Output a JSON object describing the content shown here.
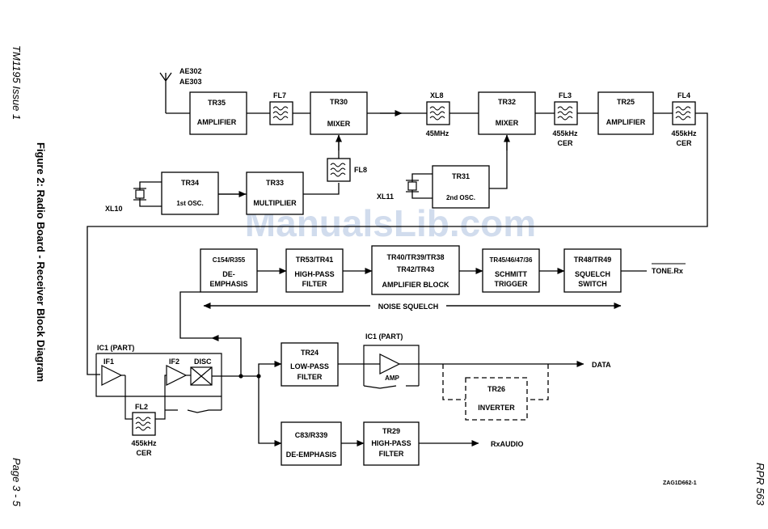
{
  "page_left": {
    "doc_ref": "TM1195  Issue 1",
    "figure_title": "Figure 2: Radio Board - Receiver Block Diagram",
    "page_num": "Page 3 - 5"
  },
  "page_right": {
    "model": "RPR 563"
  },
  "watermark": "ManualsLib.com",
  "drawing_ref": "ZAG1D662-1",
  "labels": {
    "antenna_a": "AE302",
    "antenna_b": "AE303",
    "fl7": "FL7",
    "fl8": "FL8",
    "xl8": "XL8",
    "xl8_freq": "45MHz",
    "fl3": "FL3",
    "fl3_freq": "455kHz",
    "fl3_type": "CER",
    "fl4": "FL4",
    "fl4_freq": "455kHz",
    "fl4_type": "CER",
    "xl10": "XL10",
    "xl11": "XL11",
    "fl2": "FL2",
    "fl2_freq": "455kHz",
    "fl2_type": "CER",
    "ic1_left": "IC1 (PART)",
    "ic1_right": "IC1 (PART)",
    "if1": "IF1",
    "if2": "IF2",
    "disc": "DISC",
    "amp": "AMP",
    "tone": "TONE.Rx",
    "noise_squelch": "NOISE SQUELCH",
    "data": "DATA",
    "rxaudio": "RxAUDIO"
  },
  "blocks": {
    "tr35": {
      "ref": "TR35",
      "name": "AMPLIFIER"
    },
    "tr30": {
      "ref": "TR30",
      "name": "MIXER"
    },
    "tr32": {
      "ref": "TR32",
      "name": "MIXER"
    },
    "tr25": {
      "ref": "TR25",
      "name": "AMPLIFIER"
    },
    "tr34": {
      "ref": "TR34",
      "name": "1st OSC."
    },
    "tr33": {
      "ref": "TR33",
      "name": "MULTIPLIER"
    },
    "tr31": {
      "ref": "TR31",
      "name": "2nd OSC."
    },
    "deemph1": {
      "ref": "C154/R355",
      "line1": "DE-",
      "line2": "EMPHASIS"
    },
    "hpf1": {
      "ref": "TR53/TR41",
      "line1": "HIGH-PASS",
      "line2": "FILTER"
    },
    "ampblock": {
      "ref1": "TR40/TR39/TR38",
      "ref2": "TR42/TR43",
      "name": "AMPLIFIER BLOCK"
    },
    "schmitt": {
      "ref": "TR45/46/47/36",
      "line1": "SCHMITT",
      "line2": "TRIGGER"
    },
    "squelch": {
      "ref": "TR48/TR49",
      "line1": "SQUELCH",
      "line2": "SWITCH"
    },
    "lpf": {
      "ref": "TR24",
      "line1": "LOW-PASS",
      "line2": "FILTER"
    },
    "inverter": {
      "ref": "TR26",
      "name": "INVERTER"
    },
    "deemph2": {
      "ref": "C83/R339",
      "name": "DE-EMPHASIS"
    },
    "hpf2": {
      "ref": "TR29",
      "line1": "HIGH-PASS",
      "line2": "FILTER"
    }
  }
}
